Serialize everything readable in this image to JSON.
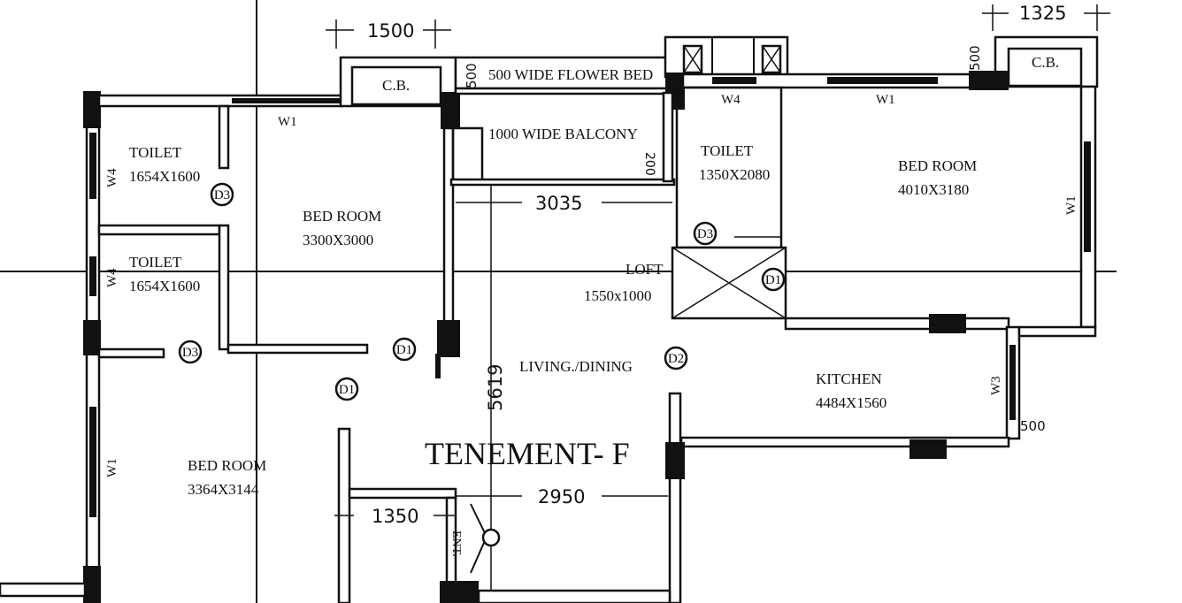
{
  "title": "TENEMENT- F",
  "rooms": {
    "toilet1": {
      "name": "TOILET",
      "size": "1654X1600"
    },
    "toilet2": {
      "name": "TOILET",
      "size": "1654X1600"
    },
    "bedroom1": {
      "name": "BED ROOM",
      "size": "3300X3000"
    },
    "bedroom2": {
      "name": "BED ROOM",
      "size": "3364X3144"
    },
    "toilet3": {
      "name": "TOILET",
      "size": "1350X2080"
    },
    "bedroom3": {
      "name": "BED ROOM",
      "size": "4010X3180"
    },
    "kitchen": {
      "name": "KITCHEN",
      "size": "4484X1560"
    },
    "living": {
      "name": "LIVING./DINING"
    },
    "loft": {
      "name": "LOFT",
      "size": "1550x1000"
    },
    "flower_bed": "500 WIDE FLOWER BED",
    "balcony": "1000 WIDE BALCONY",
    "cb_left": "C.B.",
    "cb_right": "C.B.",
    "entrance": "ENT."
  },
  "dimensions": {
    "d1500": "1500",
    "d1325": "1325",
    "d3035": "3035",
    "d5619": "5619",
    "d2950": "2950",
    "d1350": "1350",
    "d500a": "500",
    "d500b": "500",
    "d500c": "500",
    "d200": "200"
  },
  "windows": {
    "w1": "W1",
    "w3": "W3",
    "w4": "W4"
  },
  "doors": {
    "d1": "D1",
    "d2": "D2",
    "d3": "D3"
  }
}
